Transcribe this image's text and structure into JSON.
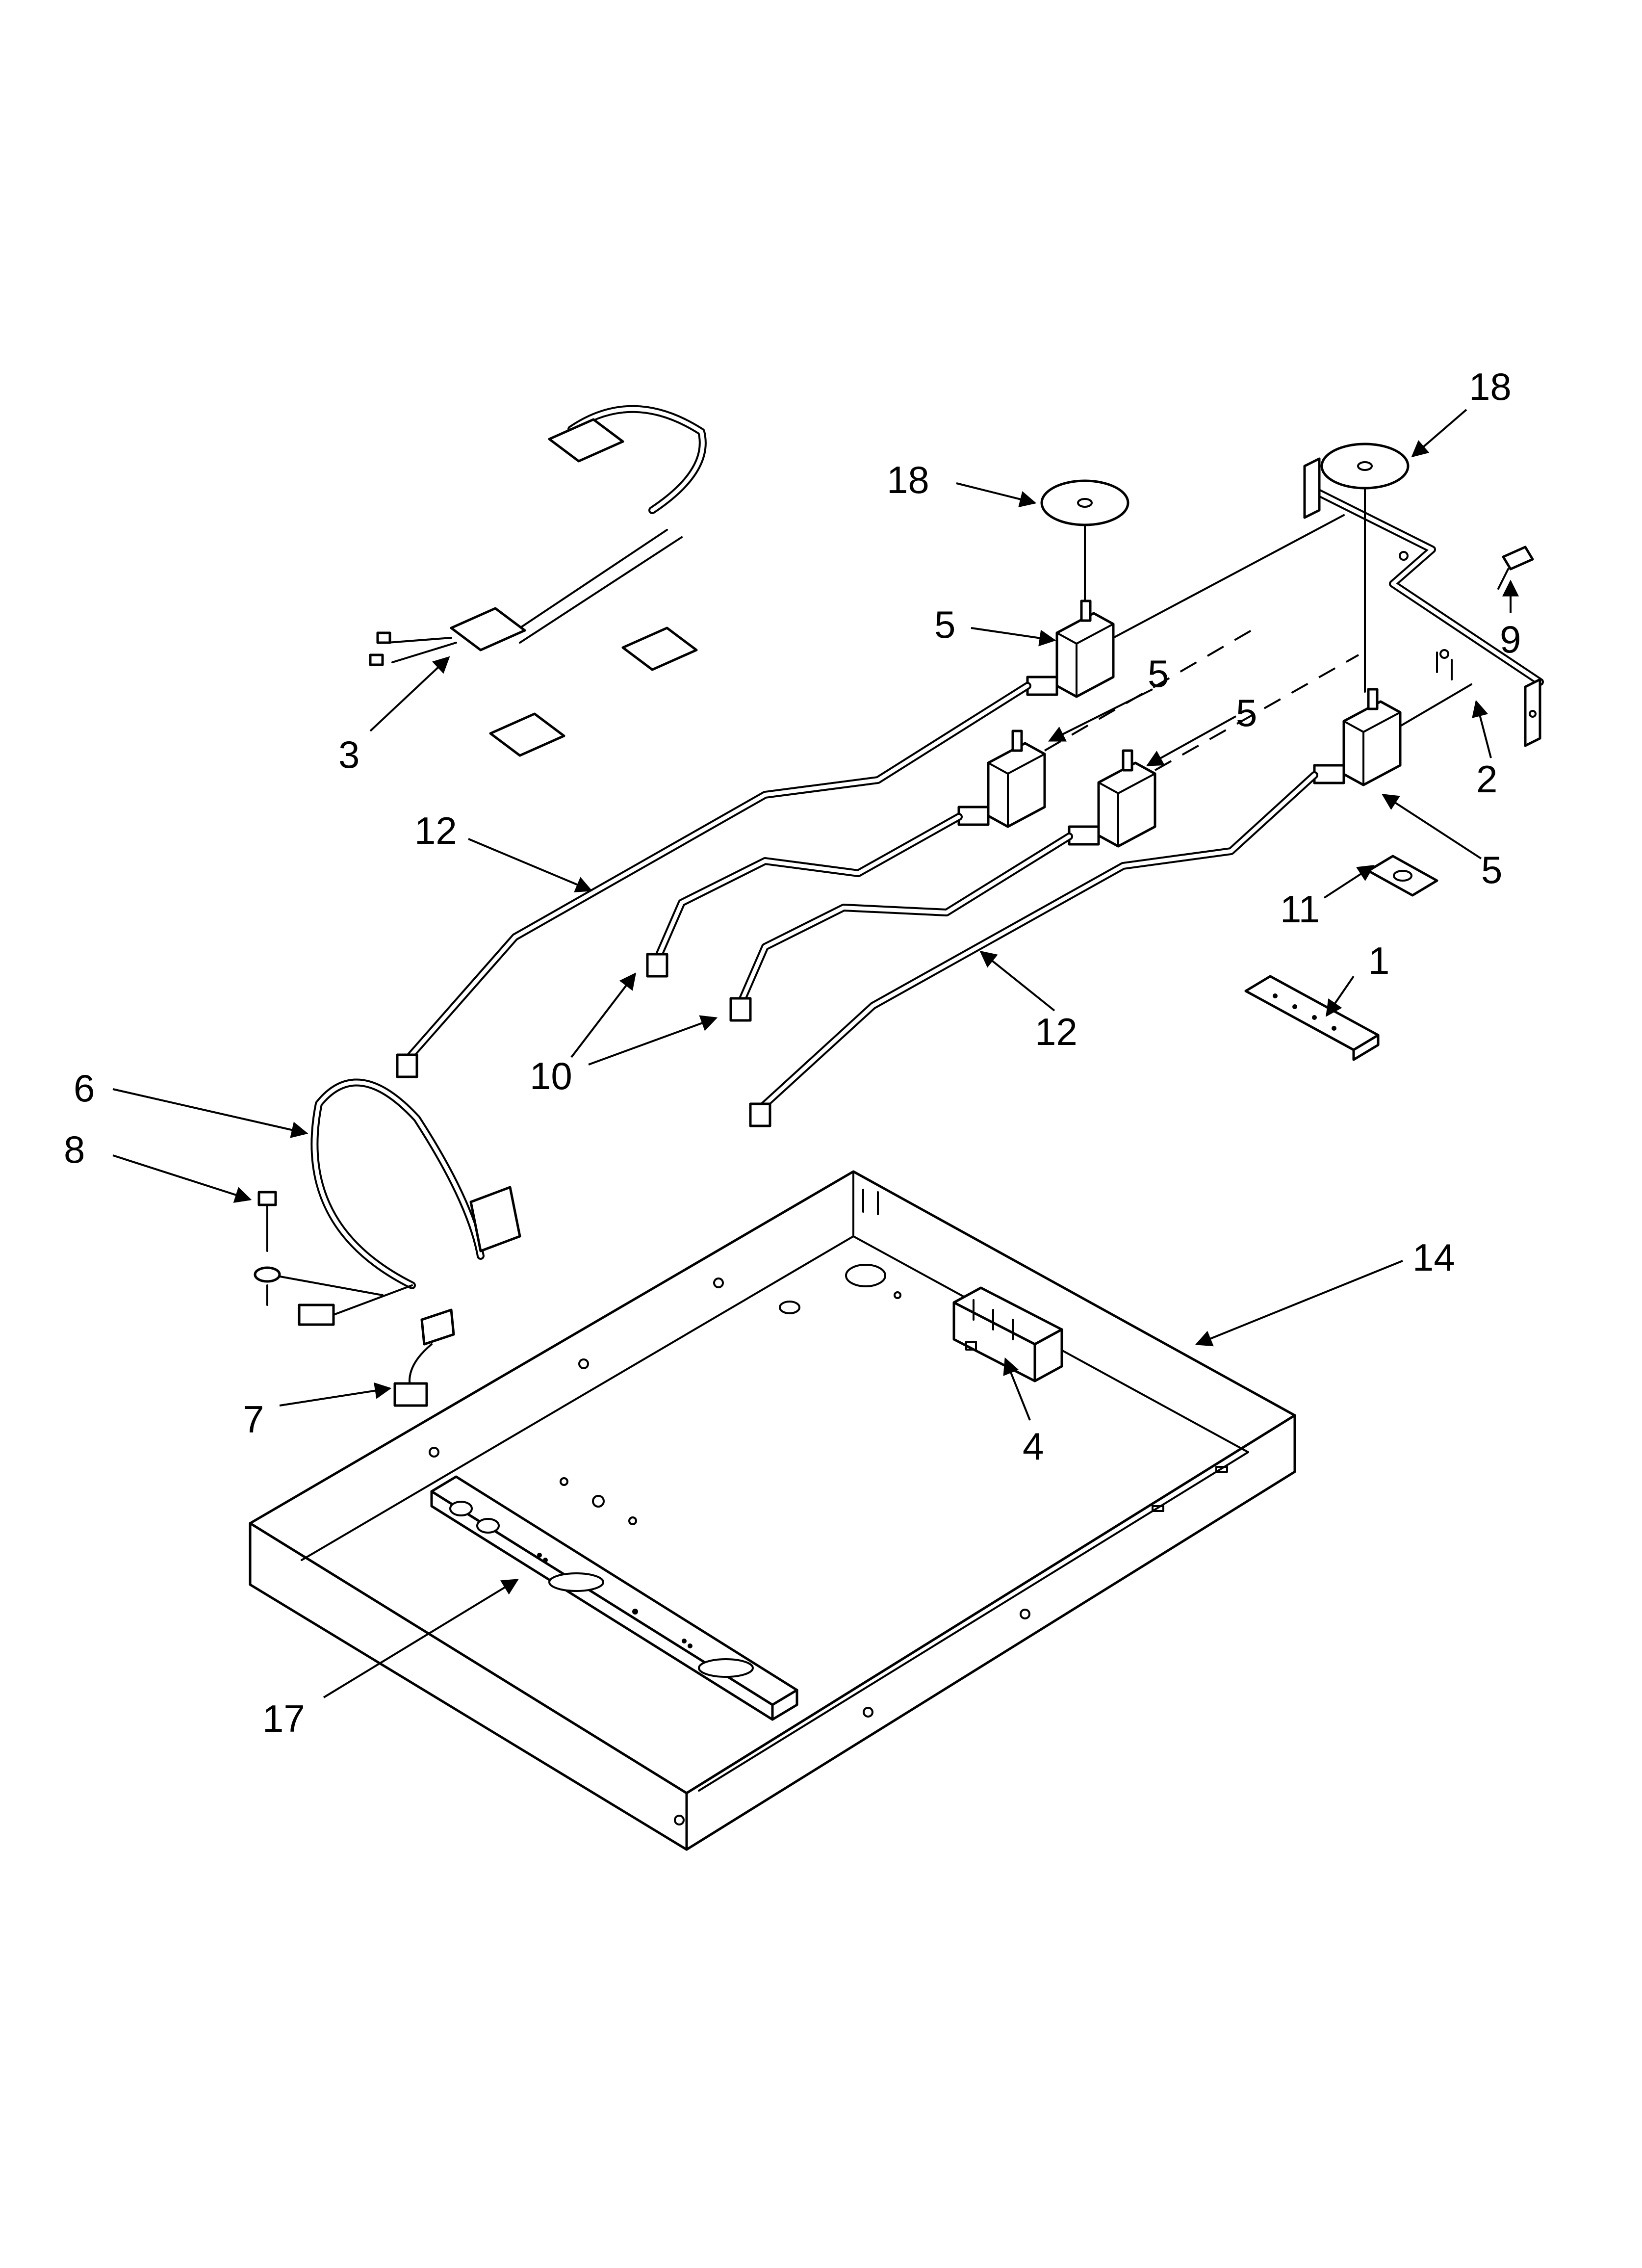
{
  "callouts": [
    {
      "id": "c18a",
      "label": "18"
    },
    {
      "id": "c18b",
      "label": "18"
    },
    {
      "id": "c9",
      "label": "9"
    },
    {
      "id": "c5a",
      "label": "5"
    },
    {
      "id": "c5b",
      "label": "5"
    },
    {
      "id": "c5c",
      "label": "5"
    },
    {
      "id": "c5d",
      "label": "5"
    },
    {
      "id": "c3",
      "label": "3"
    },
    {
      "id": "c2",
      "label": "2"
    },
    {
      "id": "c12a",
      "label": "12"
    },
    {
      "id": "c12b",
      "label": "12"
    },
    {
      "id": "c11",
      "label": "11"
    },
    {
      "id": "c1",
      "label": "1"
    },
    {
      "id": "c10",
      "label": "10"
    },
    {
      "id": "c6",
      "label": "6"
    },
    {
      "id": "c8",
      "label": "8"
    },
    {
      "id": "c14",
      "label": "14"
    },
    {
      "id": "c4",
      "label": "4"
    },
    {
      "id": "c7",
      "label": "7"
    },
    {
      "id": "c17",
      "label": "17"
    }
  ]
}
